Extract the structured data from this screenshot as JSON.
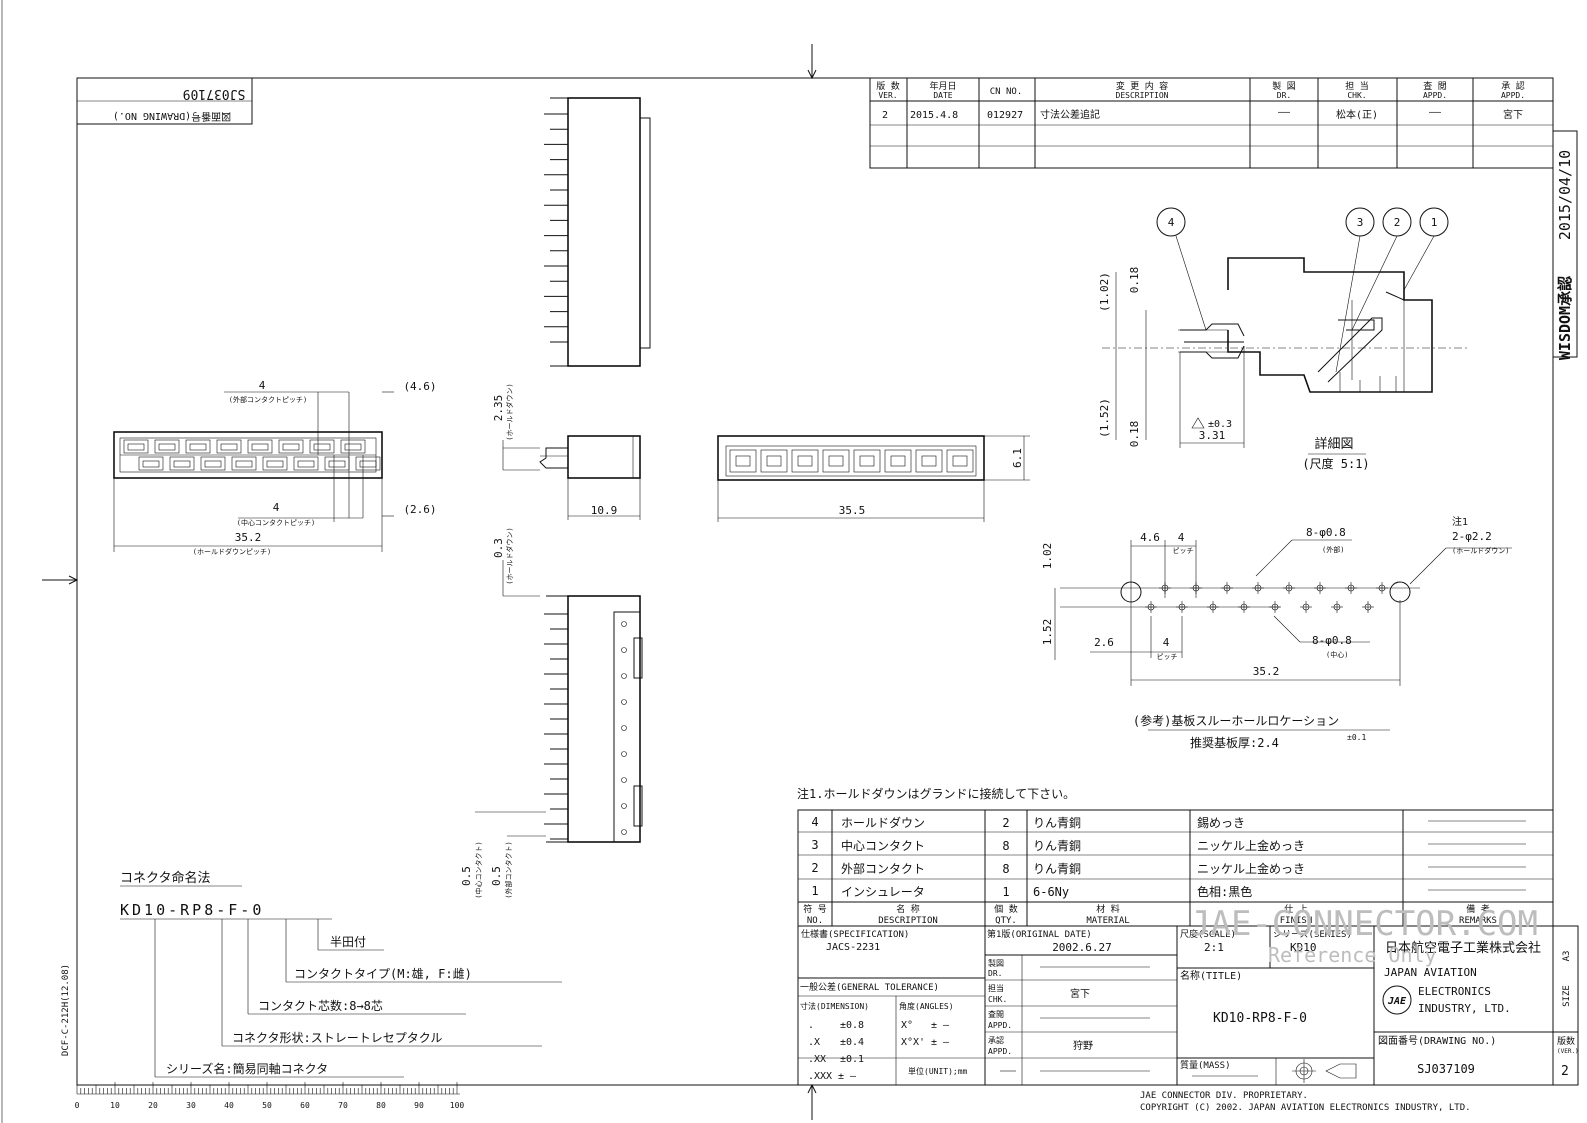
{
  "drawing_number": "SJ037109",
  "drawing_number_label": "図面番号(DRAWING NO.)",
  "approval_stamp": {
    "brand": "WISDOM承認",
    "date": "2015/04/10"
  },
  "revision_table": {
    "headers": [
      {
        "jp": "版 数",
        "en": "VER."
      },
      {
        "jp": "年月日",
        "en": "DATE"
      },
      {
        "jp": "",
        "en": "CN NO."
      },
      {
        "jp": "変 更 内 容",
        "en": "DESCRIPTION"
      },
      {
        "jp": "製 図",
        "en": "DR."
      },
      {
        "jp": "担 当",
        "en": "CHK."
      },
      {
        "jp": "査 閲",
        "en": "APPD."
      },
      {
        "jp": "承 認",
        "en": "APPD."
      }
    ],
    "rows": [
      {
        "ver": "2",
        "date": "2015.4.8",
        "cn": "012927",
        "desc": "寸法公差追記",
        "dr": "——",
        "chk": "松本(正)",
        "appd1": "——",
        "appd2": "宮下"
      }
    ]
  },
  "dims": {
    "outer_pitch": "4",
    "outer_pitch_note": "(外部コンタクトピッチ)",
    "d46": "(4.6)",
    "center_pitch": "4",
    "center_pitch_note": "(中心コンタクトピッチ)",
    "d26": "(2.6)",
    "d352": "35.2",
    "holddown_pitch_note": "(ホールドダウンピッチ)",
    "d235": "2.35",
    "holddown_note": "(ホールドダウン)",
    "d109": "10.9",
    "d03": "0.3",
    "d355": "35.5",
    "d61": "6.1",
    "d05a": "0.5",
    "center_contact_note": "(中心コンタクト)",
    "d05b": "0.5",
    "outer_contact_note": "(外部コンタクト)"
  },
  "detail": {
    "balloons": [
      "4",
      "3",
      "2",
      "1"
    ],
    "d102": "(1.02)",
    "d018a": "0.18",
    "d152": "(1.52)",
    "d018b": "0.18",
    "tol": "±0.3",
    "d331": "3.31",
    "title": "詳細図",
    "scale": "(尺度 5:1)"
  },
  "pcb": {
    "d46": "4.6",
    "d4a": "4",
    "pitch": "ピッチ",
    "outer_holes": "8-φ0.8",
    "outer_note": "(外部)",
    "note1": "注1",
    "hd_holes": "2-φ2.2",
    "hd_note": "(ホールドダウン)",
    "d102": "1.02",
    "d152": "1.52",
    "d26": "2.6",
    "d4b": "4",
    "center_holes": "8-φ0.8",
    "center_note": "(中心)",
    "d352": "35.2",
    "title": "(参考)基板スルーホールロケーション",
    "thickness": "推奨基板厚:2.4",
    "thickness_tol": "±0.1"
  },
  "note": "注1.ホールドダウンはグランドに接続して下さい。",
  "bom": {
    "rows": [
      {
        "no": "4",
        "name": "ホールドダウン",
        "qty": "2",
        "material": "りん青銅",
        "finish": "錫めっき"
      },
      {
        "no": "3",
        "name": "中心コンタクト",
        "qty": "8",
        "material": "りん青銅",
        "finish": "ニッケル上金めっき"
      },
      {
        "no": "2",
        "name": "外部コンタクト",
        "qty": "8",
        "material": "りん青銅",
        "finish": "ニッケル上金めっき"
      },
      {
        "no": "1",
        "name": "インシュレータ",
        "qty": "1",
        "material": "6-6Ny",
        "finish": "色相:黒色"
      }
    ],
    "headers": [
      {
        "jp": "符 号",
        "en": "NO."
      },
      {
        "jp": "名   称",
        "en": "DESCRIPTION"
      },
      {
        "jp": "個 数",
        "en": "QTY."
      },
      {
        "jp": "材   料",
        "en": "MATERIAL"
      },
      {
        "jp": "仕   上",
        "en": "FINISH"
      },
      {
        "jp": "備   考",
        "en": "REMARKS"
      }
    ]
  },
  "title_block": {
    "spec_label": "仕様書(SPECIFICATION)",
    "spec": "JACS-2231",
    "orig_label": "第1版(ORIGINAL DATE)",
    "orig": "2002.6.27",
    "scale_label": "尺度(SCALE)",
    "scale": "2:1",
    "series_label": "シリーズ(SERIES)",
    "series": "KD10",
    "company_jp": "日本航空電子工業株式会社",
    "company_en1": "JAPAN AVIATION",
    "company_en2": "ELECTRONICS",
    "company_en3": "INDUSTRY, LTD.",
    "logo": "JAE",
    "dr_jp": "製図",
    "dr_en": "DR.",
    "chk_jp": "担当",
    "chk_en": "CHK.",
    "chk_name": "宮下",
    "appd_jp": "査閲",
    "appd_en": "APPD.",
    "appd2_jp": "承認",
    "appd2_en": "APPD.",
    "appd2_name": "狩野",
    "gen_tol_label": "一般公差(GENERAL TOLERANCE)",
    "dim_label": "寸法(DIMENSION)",
    "ang_label": "角度(ANGLES)",
    "tol_rows": [
      {
        "k": ".",
        "v": "±0.8"
      },
      {
        "k": ".X",
        "v": "±0.4"
      },
      {
        "k": ".XX",
        "v": "±0.1"
      },
      {
        "k": ".XXX",
        "v": "±  —"
      }
    ],
    "ang_rows": [
      {
        "k": "X°",
        "v": "±  —"
      },
      {
        "k": "X°X'",
        "v": "±  —"
      }
    ],
    "unit": "単位(UNIT);mm",
    "title_label": "名称(TITLE)",
    "title": "KD10-RP8-F-0",
    "mass_label": "質量(MASS)",
    "size_label": "SIZE",
    "size": "A3",
    "ver_label": "版数",
    "ver_en": "(VER.)",
    "ver": "2",
    "drawing_no": "SJ037109"
  },
  "naming": {
    "title": "コネクタ命名法",
    "code": "KD10-RP8-F-0",
    "items": [
      "半田付",
      "コンタクトタイプ(M:雄, F:雌)",
      "コンタクト芯数:8→8芯",
      "コネクタ形状:ストレートレセプタクル",
      "シリーズ名:簡易同軸コネクタ"
    ]
  },
  "form_code": "DCF-C-212H(12.08)",
  "ruler_labels": [
    "0",
    "10",
    "20",
    "30",
    "40",
    "50",
    "60",
    "70",
    "80",
    "90",
    "100"
  ],
  "footer": {
    "line1": "JAE CONNECTOR DIV. PROPRIETARY.",
    "line2": "COPYRIGHT (C) 2002. JAPAN AVIATION ELECTRONICS INDUSTRY, LTD."
  },
  "watermark": {
    "line1": "JAE-CONNECTOR.COM",
    "line2": "Reference Only"
  }
}
